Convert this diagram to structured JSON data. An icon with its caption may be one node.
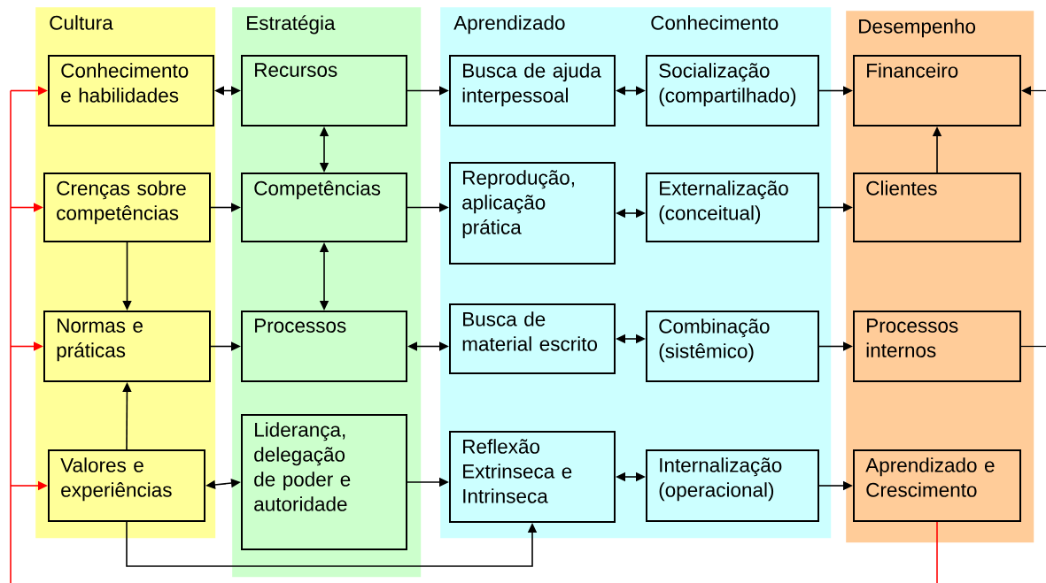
{
  "diagram": {
    "nodes": [
      {
        "text": [
          "Cultura"
        ]
      },
      {
        "text": [
          "Conhecimento e habilidades"
        ],
        "in": 0
      },
      {
        "text": [
          "Crenças sobre competências"
        ],
        "in": 0
      },
      {
        "text": [
          "Normas e práticas"
        ],
        "in": 0
      },
      {
        "text": [
          "Valores e experiências"
        ],
        "in": 0
      },
      {
        "text": [
          "Estratégia"
        ]
      },
      {
        "text": [
          "Recursos"
        ],
        "in": 5
      },
      {
        "text": [
          "Competências"
        ],
        "in": 5
      },
      {
        "text": [
          "Processos"
        ],
        "in": 5
      },
      {
        "text": [
          "Liderança, delegação de poder e autoridade"
        ],
        "in": 5
      },
      {
        "text": [
          "Aprendizado",
          "Conhecimento"
        ]
      },
      {
        "text": [
          "Busca de ajuda interpessoal"
        ],
        "in": 10
      },
      {
        "text": [
          "Reprodução, aplicação prática"
        ],
        "in": 10
      },
      {
        "text": [
          "Busca de material escrito"
        ],
        "in": 10
      },
      {
        "text": [
          "Reflexão Extrinseca e Intrinseca"
        ],
        "in": 10
      },
      {
        "text": [
          "Socialização (compartilhado)"
        ],
        "in": 10
      },
      {
        "text": [
          "Externalização (conceitual)"
        ],
        "in": 10
      },
      {
        "text": [
          "Combinação (sistêmico)"
        ],
        "in": 10
      },
      {
        "text": [
          "Internalização (operacional)"
        ],
        "in": 10
      },
      {
        "text": [
          "Desempenho"
        ]
      },
      {
        "text": [
          "Financeiro"
        ],
        "in": 19
      },
      {
        "text": [
          "Clientes"
        ],
        "in": 19
      },
      {
        "text": [
          "Processos internos"
        ],
        "in": 19
      },
      {
        "text": [
          "Aprendizado e Crescimento"
        ],
        "in": 19
      }
    ],
    "edges": [
      {
        "from": 1,
        "to": 6,
        "arrow": "both"
      },
      {
        "from": 2,
        "to": 7,
        "arrow": "to"
      },
      {
        "from": 3,
        "to": 8,
        "arrow": "to"
      },
      {
        "from": 4,
        "to": 9,
        "arrow": "both"
      },
      {
        "from": 2,
        "to": 3,
        "arrow": "to"
      },
      {
        "from": 4,
        "to": 3,
        "arrow": "to"
      },
      {
        "from": 4,
        "to": 14,
        "arrow": "to"
      },
      {
        "from": 6,
        "to": 7,
        "arrow": "both"
      },
      {
        "from": 7,
        "to": 8,
        "arrow": "both"
      },
      {
        "from": 6,
        "to": 11,
        "arrow": "to"
      },
      {
        "from": 7,
        "to": 12,
        "arrow": "to"
      },
      {
        "from": 8,
        "to": 13,
        "arrow": "both"
      },
      {
        "from": 9,
        "to": 14,
        "arrow": "to"
      },
      {
        "from": 11,
        "to": 15,
        "arrow": "both"
      },
      {
        "from": 12,
        "to": 16,
        "arrow": "both"
      },
      {
        "from": 13,
        "to": 17,
        "arrow": "both"
      },
      {
        "from": 14,
        "to": 18,
        "arrow": "both"
      },
      {
        "from": 15,
        "to": 20,
        "arrow": "to"
      },
      {
        "from": 16,
        "to": 21,
        "arrow": "to"
      },
      {
        "from": 17,
        "to": 22,
        "arrow": "to"
      },
      {
        "from": 18,
        "to": 23,
        "arrow": "to"
      },
      {
        "from": 21,
        "to": 20,
        "arrow": "to"
      },
      {
        "from": null,
        "to": 20,
        "arrow": "to"
      },
      {
        "from": 22,
        "to": null,
        "arrow": "none"
      },
      {
        "from": 23,
        "to": null,
        "arrow": "none",
        "color": "#ff0000"
      },
      {
        "from": null,
        "to": 1,
        "arrow": "to",
        "color": "#ff0000"
      },
      {
        "from": null,
        "to": 2,
        "arrow": "to",
        "color": "#ff0000"
      },
      {
        "from": null,
        "to": 3,
        "arrow": "to",
        "color": "#ff0000"
      },
      {
        "from": null,
        "to": 4,
        "arrow": "to",
        "color": "#ff0000"
      }
    ]
  }
}
